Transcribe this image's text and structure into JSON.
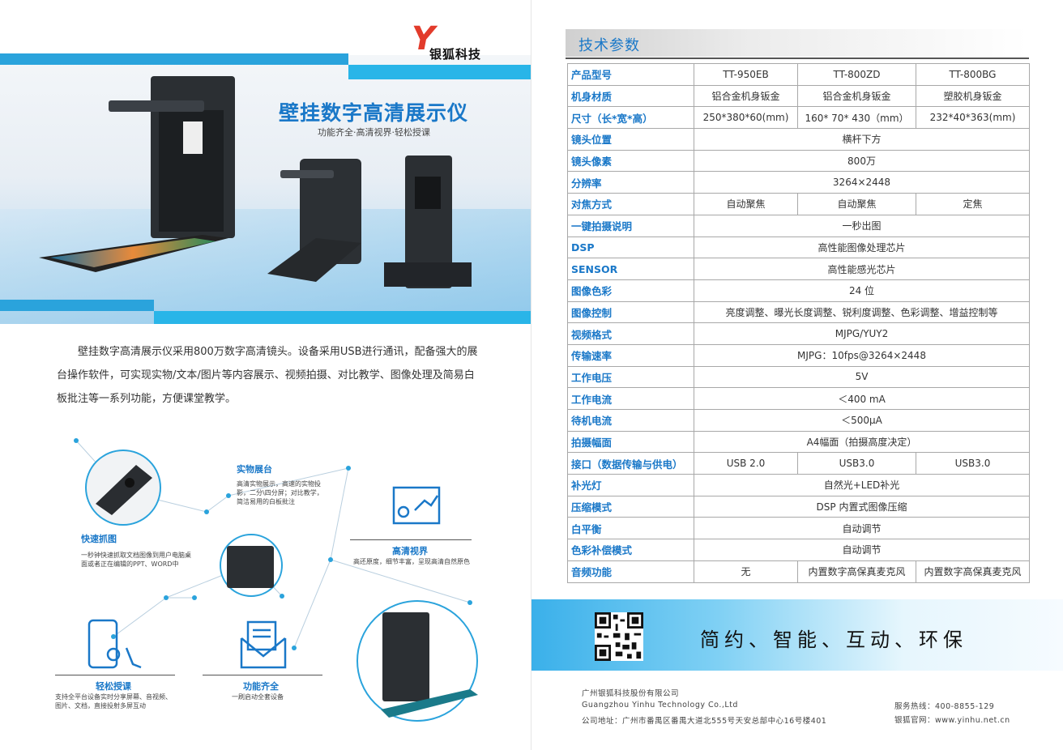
{
  "brand": {
    "logo_mark": "Y",
    "name": "银狐科技"
  },
  "hero": {
    "title": "壁挂数字高清展示仪",
    "subtitle": "功能齐全·高清视界·轻松授课"
  },
  "intro": "壁挂数字高清展示仪采用800万数字高清镜头。设备采用USB进行通讯，配备强大的展台操作软件，可实现实物/文本/图片等内容展示、视频拍摄、对比教学、图像处理及简易白板批注等一系列功能，方便课堂教学。",
  "features": {
    "booth": {
      "title": "实物展台",
      "desc": "高清实物展示，高速的实物投影，二分\\四分屏；对比教学，简洁易用的白板批注"
    },
    "capture": {
      "title": "快速抓图",
      "desc": "一秒钟快速抓取文档图像到用户电脑桌面或者正在编辑的PPT、WORD中"
    },
    "hd": {
      "title": "高清视界",
      "desc": "高还原度，细节丰富，呈现高清自然原色"
    },
    "teach": {
      "title": "轻松授课",
      "desc": "支持全平台设备实时分享屏幕、音视频、图片、文档，直接投射多屏互动"
    },
    "full": {
      "title": "功能齐全",
      "desc": "一刷启动全套设备"
    }
  },
  "specs": {
    "title": "技术参数",
    "rows": [
      {
        "label": "产品型号",
        "values": [
          "TT-950EB",
          "TT-800ZD",
          "TT-800BG"
        ]
      },
      {
        "label": "机身材质",
        "values": [
          "铝合金机身钣金",
          "铝合金机身钣金",
          "塑胶机身钣金"
        ]
      },
      {
        "label": "尺寸（长*宽*高）",
        "values": [
          "250*380*60(mm)",
          "160* 70* 430（mm）",
          "232*40*363(mm)"
        ]
      },
      {
        "label": "镜头位置",
        "values": [
          "横杆下方"
        ]
      },
      {
        "label": "镜头像素",
        "values": [
          "800万"
        ]
      },
      {
        "label": "分辨率",
        "values": [
          "3264×2448"
        ]
      },
      {
        "label": "对焦方式",
        "values": [
          "自动聚焦",
          "自动聚焦",
          "定焦"
        ]
      },
      {
        "label": "一键拍摄说明",
        "values": [
          "一秒出图"
        ]
      },
      {
        "label": "DSP",
        "values": [
          "高性能图像处理芯片"
        ]
      },
      {
        "label": "SENSOR",
        "values": [
          "高性能感光芯片"
        ]
      },
      {
        "label": "图像色彩",
        "values": [
          "24 位"
        ]
      },
      {
        "label": "图像控制",
        "values": [
          "亮度调整、曝光长度调整、锐利度调整、色彩调整、增益控制等"
        ]
      },
      {
        "label": "视频格式",
        "values": [
          "MJPG/YUY2"
        ]
      },
      {
        "label": "传输速率",
        "values": [
          "MJPG：10fps@3264×2448"
        ]
      },
      {
        "label": "工作电压",
        "values": [
          "5V"
        ]
      },
      {
        "label": "工作电流",
        "values": [
          "＜400 mA"
        ]
      },
      {
        "label": "待机电流",
        "values": [
          "＜500μA"
        ]
      },
      {
        "label": "拍摄幅面",
        "values": [
          "A4幅面（拍摄高度决定）"
        ]
      },
      {
        "label": "接口（数据传输与供电）",
        "values": [
          "USB 2.0",
          "USB3.0",
          "USB3.0"
        ]
      },
      {
        "label": "补光灯",
        "values": [
          "自然光+LED补光"
        ]
      },
      {
        "label": "压缩模式",
        "values": [
          "DSP 内置式图像压缩"
        ]
      },
      {
        "label": "白平衡",
        "values": [
          "自动调节"
        ]
      },
      {
        "label": "色彩补偿模式",
        "values": [
          "自动调节"
        ]
      },
      {
        "label": "音频功能",
        "values": [
          "无",
          "内置数字高保真麦克风",
          "内置数字高保真麦克风"
        ]
      }
    ]
  },
  "slogan": "简约、智能、互动、环保",
  "footer": {
    "company_cn": "广州银狐科技股份有限公司",
    "company_en": "Guangzhou Yinhu Technology Co.,Ltd",
    "address": "公司地址：广州市番禺区番禺大道北555号天安总部中心16号楼401",
    "hotline": "服务热线：400-8855-129",
    "website": "银狐官网：www.yinhu.net.cn"
  }
}
